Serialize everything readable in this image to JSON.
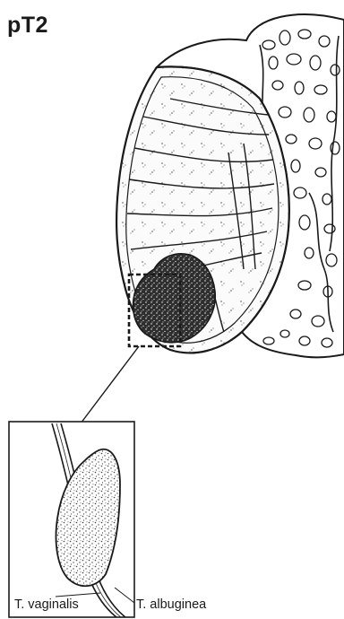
{
  "title": "pT2",
  "labels": {
    "vaginalis": "T. vaginalis",
    "albuginea": "T. albuginea"
  },
  "colors": {
    "ink": "#1a1a1a",
    "paper": "#ffffff",
    "tumor": "#2a2a2a",
    "tissue": "#f7f7f7"
  }
}
